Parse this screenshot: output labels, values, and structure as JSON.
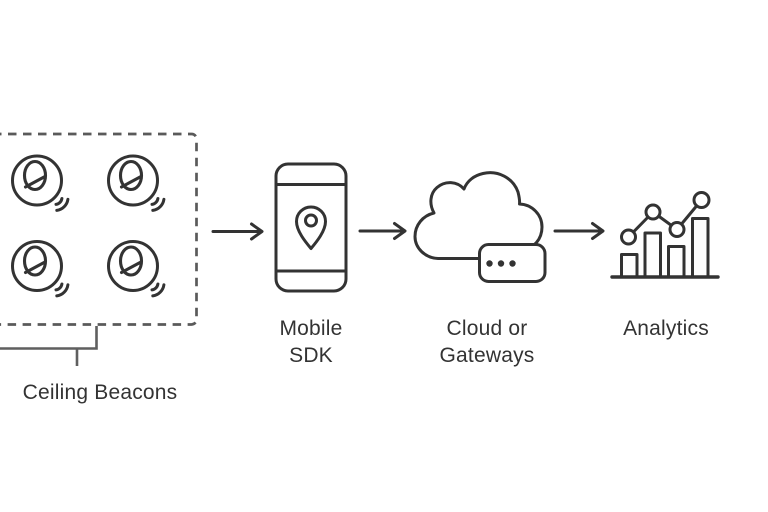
{
  "diagram": {
    "type": "flow-diagram",
    "background_color": "#ffffff",
    "colors": {
      "icon_stroke": "#333333",
      "guide_stroke": "#5f5f5f",
      "text": "#333333"
    },
    "flow_order": [
      "Ceiling Beacons",
      "Mobile SDK",
      "Cloud or Gateways",
      "Analytics"
    ],
    "arrow_count": 3,
    "zones": {
      "beacons": {
        "label": "Ceiling Beacons",
        "icon": "beacon-icon",
        "beacon_count": 4,
        "container": "dashed-rectangle"
      },
      "mobile": {
        "label": "Mobile SDK",
        "label_lines": [
          "Mobile",
          "SDK"
        ],
        "icon": "smartphone-location-icon"
      },
      "cloud": {
        "label": "Cloud or Gateways",
        "label_lines": [
          "Cloud or",
          "Gateways"
        ],
        "icon": "cloud-gateway-icon",
        "gateway_dot_count": 3
      },
      "analytics": {
        "label": "Analytics",
        "icon": "bar-line-chart-icon",
        "bar_count": 4,
        "line_node_count": 4
      }
    }
  }
}
